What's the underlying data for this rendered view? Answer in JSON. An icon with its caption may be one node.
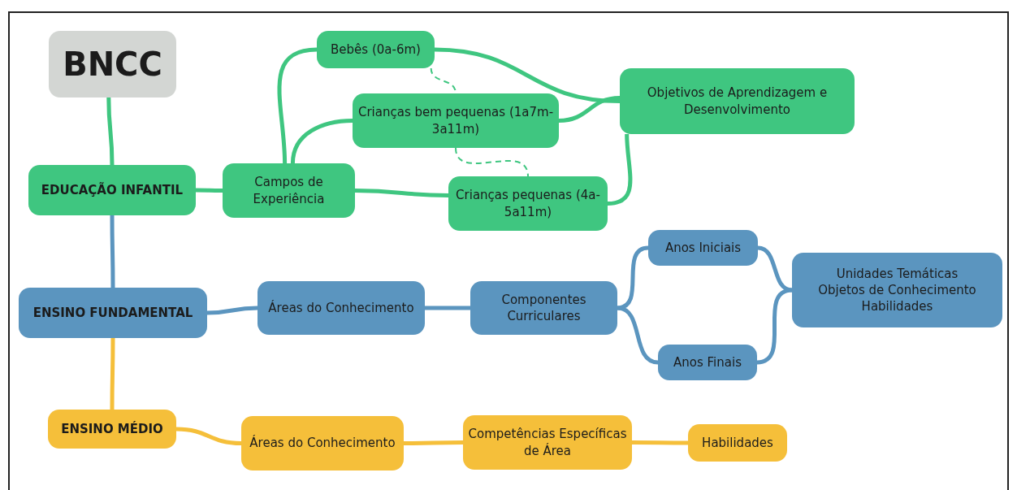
{
  "diagram": {
    "nodes": [
      {
        "text": [
          "BNCC"
        ]
      },
      {
        "text": [
          "EDUCAÇÃO INFANTIL"
        ]
      },
      {
        "text": [
          "Campos de Experiência"
        ]
      },
      {
        "text": [
          "Bebês (0a-6m)"
        ]
      },
      {
        "text": [
          "Crianças bem pequenas (1a7m-3a11m)"
        ]
      },
      {
        "text": [
          "Crianças pequenas (4a-5a11m)"
        ]
      },
      {
        "text": [
          "Objetivos de Aprendizagem e Desenvolvimento"
        ]
      },
      {
        "text": [
          "ENSINO FUNDAMENTAL"
        ]
      },
      {
        "text": [
          "Áreas do Conhecimento"
        ]
      },
      {
        "text": [
          "Componentes Curriculares"
        ]
      },
      {
        "text": [
          "Anos Iniciais"
        ]
      },
      {
        "text": [
          "Anos Finais"
        ]
      },
      {
        "text": [
          "Unidades Temáticas",
          "Objetos de Conhecimento",
          "Habilidades"
        ]
      },
      {
        "text": [
          "ENSINO MÉDIO"
        ]
      },
      {
        "text": [
          "Áreas do Conhecimento"
        ]
      },
      {
        "text": [
          "Competências Específicas de Área"
        ]
      },
      {
        "text": [
          "Habilidades"
        ]
      }
    ],
    "edges": [
      {
        "from": 0,
        "to": 1,
        "arrow": "none",
        "color": "#3fc680"
      },
      {
        "from": 1,
        "to": 2,
        "arrow": "none",
        "color": "#3fc680"
      },
      {
        "from": 2,
        "to": 3,
        "arrow": "none",
        "color": "#3fc680"
      },
      {
        "from": 2,
        "to": 4,
        "arrow": "none",
        "color": "#3fc680"
      },
      {
        "from": 2,
        "to": 5,
        "arrow": "none",
        "color": "#3fc680"
      },
      {
        "from": 3,
        "to": 6,
        "arrow": "none",
        "color": "#3fc680"
      },
      {
        "from": 4,
        "to": 6,
        "arrow": "none",
        "color": "#3fc680"
      },
      {
        "from": 5,
        "to": 6,
        "arrow": "none",
        "color": "#3fc680"
      },
      {
        "from": 3,
        "to": 4,
        "arrow": "none",
        "style": "dashed",
        "color": "#3fc680"
      },
      {
        "from": 4,
        "to": 5,
        "arrow": "none",
        "style": "dashed",
        "color": "#3fc680"
      },
      {
        "from": 1,
        "to": 7,
        "arrow": "none",
        "color": "#5b95bf"
      },
      {
        "from": 7,
        "to": 8,
        "arrow": "none",
        "color": "#5b95bf"
      },
      {
        "from": 8,
        "to": 9,
        "arrow": "none",
        "color": "#5b95bf"
      },
      {
        "from": 9,
        "to": 10,
        "arrow": "none",
        "color": "#5b95bf"
      },
      {
        "from": 9,
        "to": 11,
        "arrow": "none",
        "color": "#5b95bf"
      },
      {
        "from": 10,
        "to": 12,
        "arrow": "none",
        "color": "#5b95bf"
      },
      {
        "from": 11,
        "to": 12,
        "arrow": "none",
        "color": "#5b95bf"
      },
      {
        "from": 7,
        "to": 13,
        "arrow": "none",
        "color": "#f5bf3a"
      },
      {
        "from": 13,
        "to": 14,
        "arrow": "none",
        "color": "#f5bf3a"
      },
      {
        "from": 14,
        "to": 15,
        "arrow": "none",
        "color": "#f5bf3a"
      },
      {
        "from": 15,
        "to": 16,
        "arrow": "none",
        "color": "#f5bf3a"
      }
    ]
  }
}
